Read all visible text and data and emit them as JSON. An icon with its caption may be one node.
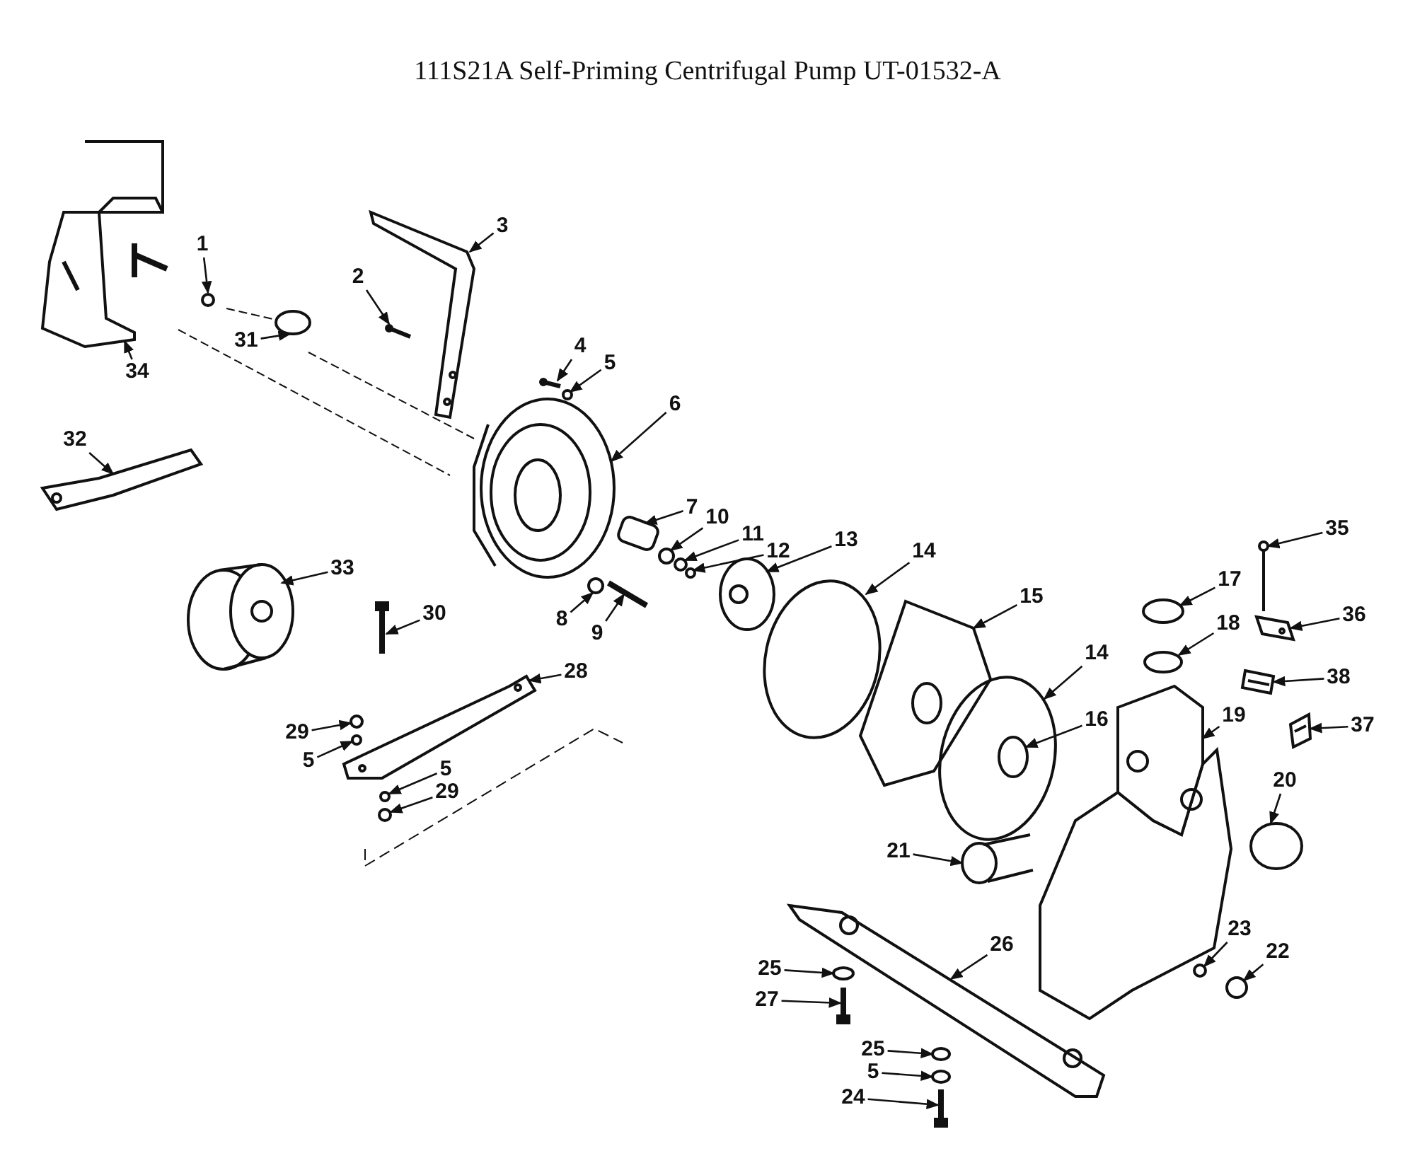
{
  "diagram": {
    "title": "111S21A Self-Priming Centrifugal Pump UT-01532-A",
    "nodes": [
      {
        "text": [
          "3"
        ]
      },
      {
        "text": [
          "1"
        ]
      },
      {
        "text": [
          "2"
        ]
      },
      {
        "text": [
          "4"
        ]
      },
      {
        "text": [
          "5"
        ]
      },
      {
        "text": [
          "34"
        ]
      },
      {
        "text": [
          "31"
        ]
      },
      {
        "text": [
          "6"
        ]
      },
      {
        "text": [
          "32"
        ]
      },
      {
        "text": [
          "7"
        ]
      },
      {
        "text": [
          "10"
        ]
      },
      {
        "text": [
          "11"
        ]
      },
      {
        "text": [
          "12"
        ]
      },
      {
        "text": [
          "13"
        ]
      },
      {
        "text": [
          "14"
        ]
      },
      {
        "text": [
          "35"
        ]
      },
      {
        "text": [
          "33"
        ]
      },
      {
        "text": [
          "8"
        ]
      },
      {
        "text": [
          "15"
        ]
      },
      {
        "text": [
          "30"
        ]
      },
      {
        "text": [
          "9"
        ]
      },
      {
        "text": [
          "17"
        ]
      },
      {
        "text": [
          "36"
        ]
      },
      {
        "text": [
          "18"
        ]
      },
      {
        "text": [
          "14"
        ]
      },
      {
        "text": [
          "28"
        ]
      },
      {
        "text": [
          "38"
        ]
      },
      {
        "text": [
          "16"
        ]
      },
      {
        "text": [
          "19"
        ]
      },
      {
        "text": [
          "37"
        ]
      },
      {
        "text": [
          "29"
        ]
      },
      {
        "text": [
          "5"
        ]
      },
      {
        "text": [
          "5"
        ]
      },
      {
        "text": [
          "29"
        ]
      },
      {
        "text": [
          "20"
        ]
      },
      {
        "text": [
          "21"
        ]
      },
      {
        "text": [
          "26"
        ]
      },
      {
        "text": [
          "23"
        ]
      },
      {
        "text": [
          "22"
        ]
      },
      {
        "text": [
          "25"
        ]
      },
      {
        "text": [
          "27"
        ]
      },
      {
        "text": [
          "25"
        ]
      },
      {
        "text": [
          "5"
        ]
      },
      {
        "text": [
          "24"
        ]
      },
      {
        "text": [],
        "shape": "picture"
      },
      {
        "text": [],
        "shape": "circle"
      },
      {
        "text": [],
        "shape": "picture"
      },
      {
        "text": [],
        "shape": "picture"
      },
      {
        "text": [],
        "shape": "circle"
      },
      {
        "text": [],
        "shape": "picture"
      },
      {
        "text": [],
        "shape": "circle"
      },
      {
        "text": [],
        "shape": "picture"
      },
      {
        "text": [],
        "shape": "picture"
      },
      {
        "text": [],
        "shape": "box"
      },
      {
        "text": [],
        "shape": "circle"
      },
      {
        "text": [],
        "shape": "circle"
      },
      {
        "text": [],
        "shape": "circle"
      },
      {
        "text": [],
        "shape": "picture"
      },
      {
        "text": [],
        "shape": "circle"
      },
      {
        "text": [],
        "shape": "picture"
      },
      {
        "text": [],
        "shape": "picture"
      },
      {
        "text": [],
        "shape": "circle"
      },
      {
        "text": [],
        "shape": "picture"
      },
      {
        "text": [],
        "shape": "picture"
      },
      {
        "text": [],
        "shape": "picture"
      },
      {
        "text": [],
        "shape": "circle"
      },
      {
        "text": [],
        "shape": "picture"
      },
      {
        "text": [],
        "shape": "circle"
      },
      {
        "text": [],
        "shape": "circle"
      },
      {
        "text": [],
        "shape": "picture"
      },
      {
        "text": [],
        "shape": "picture"
      },
      {
        "text": [],
        "shape": "circle",
        "in": 68
      },
      {
        "text": [],
        "shape": "picture"
      },
      {
        "text": [],
        "shape": "picture"
      },
      {
        "text": [],
        "shape": "circle"
      },
      {
        "text": [],
        "shape": "circle"
      },
      {
        "text": [],
        "shape": "circle"
      },
      {
        "text": [],
        "shape": "circle"
      },
      {
        "text": [],
        "shape": "circle"
      },
      {
        "text": [],
        "shape": "picture"
      },
      {
        "text": [],
        "shape": "picture"
      },
      {
        "text": [],
        "shape": "circle"
      },
      {
        "text": [],
        "shape": "circle"
      },
      {
        "text": [],
        "shape": "circle"
      },
      {
        "text": [],
        "shape": "picture"
      },
      {
        "text": [],
        "shape": "circle"
      },
      {
        "text": [],
        "shape": "circle"
      },
      {
        "text": [],
        "shape": "picture"
      }
    ],
    "edges": [
      {
        "from": 0,
        "to": 44,
        "arrow": "to"
      },
      {
        "from": 1,
        "to": 45,
        "arrow": "to"
      },
      {
        "from": 2,
        "to": 46,
        "arrow": "to"
      },
      {
        "from": 3,
        "to": 47,
        "arrow": "to"
      },
      {
        "from": 4,
        "to": 48,
        "arrow": "to"
      },
      {
        "from": 5,
        "to": 49,
        "arrow": "to"
      },
      {
        "from": 6,
        "to": 50,
        "arrow": "to"
      },
      {
        "from": 7,
        "to": 51,
        "arrow": "to"
      },
      {
        "from": 8,
        "to": 52,
        "arrow": "to"
      },
      {
        "from": 9,
        "to": 53,
        "arrow": "to"
      },
      {
        "from": 10,
        "to": 54,
        "arrow": "to"
      },
      {
        "from": 11,
        "to": 55,
        "arrow": "to"
      },
      {
        "from": 12,
        "to": 56,
        "arrow": "to"
      },
      {
        "from": 13,
        "to": 57,
        "arrow": "to"
      },
      {
        "from": 14,
        "to": 58,
        "arrow": "to"
      },
      {
        "from": 15,
        "to": 59,
        "arrow": "to"
      },
      {
        "from": 16,
        "to": 60,
        "arrow": "to"
      },
      {
        "from": 17,
        "to": 61,
        "arrow": "to"
      },
      {
        "from": 18,
        "to": 62,
        "arrow": "to"
      },
      {
        "from": 19,
        "to": 63,
        "arrow": "to"
      },
      {
        "from": 20,
        "to": 64,
        "arrow": "to"
      },
      {
        "from": 21,
        "to": 65,
        "arrow": "to"
      },
      {
        "from": 22,
        "to": 66,
        "arrow": "to"
      },
      {
        "from": 23,
        "to": 67,
        "arrow": "to"
      },
      {
        "from": 24,
        "to": 68,
        "arrow": "to"
      },
      {
        "from": 25,
        "to": 69,
        "arrow": "to"
      },
      {
        "from": 26,
        "to": 70,
        "arrow": "to"
      },
      {
        "from": 27,
        "to": 71,
        "arrow": "to"
      },
      {
        "from": 28,
        "to": 72,
        "arrow": "to"
      },
      {
        "from": 29,
        "to": 73,
        "arrow": "to"
      },
      {
        "from": 30,
        "to": 74,
        "arrow": "to"
      },
      {
        "from": 31,
        "to": 75,
        "arrow": "to"
      },
      {
        "from": 32,
        "to": 76,
        "arrow": "to"
      },
      {
        "from": 33,
        "to": 77,
        "arrow": "to"
      },
      {
        "from": 34,
        "to": 78,
        "arrow": "to"
      },
      {
        "from": 35,
        "to": 79,
        "arrow": "to"
      },
      {
        "from": 36,
        "to": 80,
        "arrow": "to"
      },
      {
        "from": 37,
        "to": 81,
        "arrow": "to"
      },
      {
        "from": 38,
        "to": 82,
        "arrow": "to"
      },
      {
        "from": 39,
        "to": 83,
        "arrow": "to"
      },
      {
        "from": 40,
        "to": 84,
        "arrow": "to"
      },
      {
        "from": 41,
        "to": 85,
        "arrow": "to"
      },
      {
        "from": 42,
        "to": 86,
        "arrow": "to"
      },
      {
        "from": 43,
        "to": 87,
        "arrow": "to"
      }
    ]
  }
}
